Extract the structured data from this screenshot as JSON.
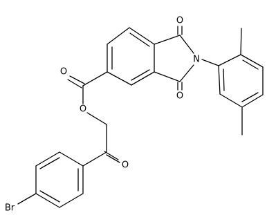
{
  "molecule": {
    "atoms": {
      "o_ketone_top": "O",
      "o_ketone_bottom": "O",
      "n_imide": "N",
      "o_ester_carbonyl": "O",
      "o_ester_single": "O",
      "o_acyl_ketone": "O",
      "br": "Br"
    }
  }
}
